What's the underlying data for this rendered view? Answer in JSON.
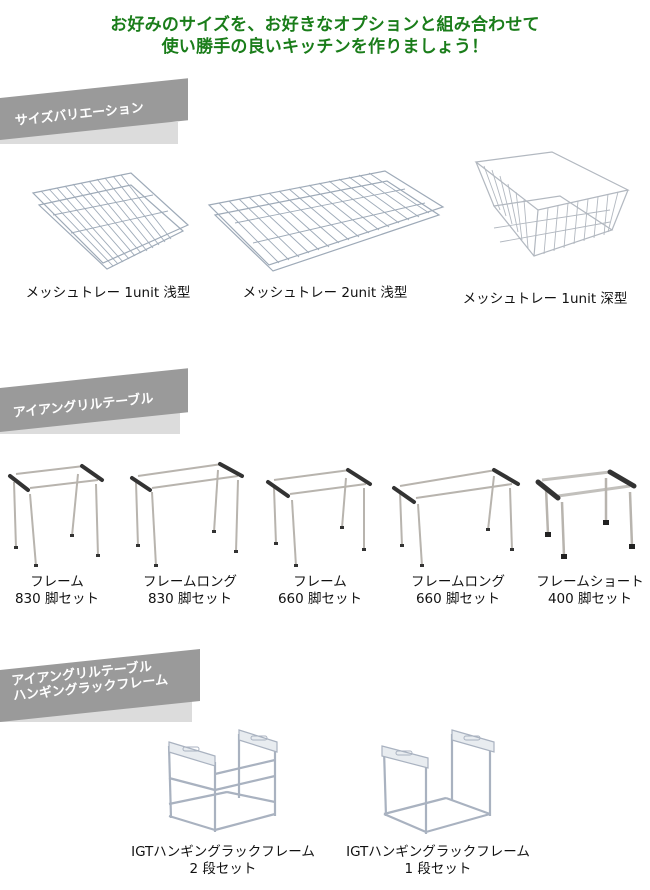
{
  "headline": {
    "line1": "お好みのサイズを、お好きなオプションと組み合わせて",
    "line2": "使い勝手の良いキッチンを作りましょう！",
    "color": "#1a7d1a"
  },
  "sections": [
    {
      "banner": {
        "lines": [
          "サイズバリエーション"
        ]
      },
      "products": [
        {
          "caption": [
            "メッシュトレー 1unit 浅型"
          ],
          "icon": "mesh-tray-shallow-1unit"
        },
        {
          "caption": [
            "メッシュトレー 2unit 浅型"
          ],
          "icon": "mesh-tray-shallow-2unit"
        },
        {
          "caption": [
            "メッシュトレー 1unit 深型"
          ],
          "icon": "mesh-tray-deep-1unit"
        }
      ]
    },
    {
      "banner": {
        "lines": [
          "アイアングリルテーブル"
        ]
      },
      "products": [
        {
          "caption": [
            "フレーム",
            "830 脚セット"
          ],
          "icon": "table-frame-830"
        },
        {
          "caption": [
            "フレームロング",
            "830 脚セット"
          ],
          "icon": "table-frame-long-830"
        },
        {
          "caption": [
            "フレーム",
            "660 脚セット"
          ],
          "icon": "table-frame-660"
        },
        {
          "caption": [
            "フレームロング",
            "660 脚セット"
          ],
          "icon": "table-frame-long-660"
        },
        {
          "caption": [
            "フレームショート",
            "400 脚セット"
          ],
          "icon": "table-frame-short-400"
        }
      ]
    },
    {
      "banner": {
        "lines": [
          "アイアングリルテーブル",
          "ハンギングラックフレーム"
        ]
      },
      "products": [
        {
          "caption": [
            "IGTハンギングラックフレーム",
            "2 段セット"
          ],
          "icon": "hanging-rack-2tier"
        },
        {
          "caption": [
            "IGTハンギングラックフレーム",
            "1 段セット"
          ],
          "icon": "hanging-rack-1tier"
        }
      ]
    }
  ],
  "colors": {
    "banner": "#9a9a9a",
    "banner_shadow": "#dcdcdc",
    "banner_text": "#ffffff",
    "caption_text": "#111111"
  }
}
